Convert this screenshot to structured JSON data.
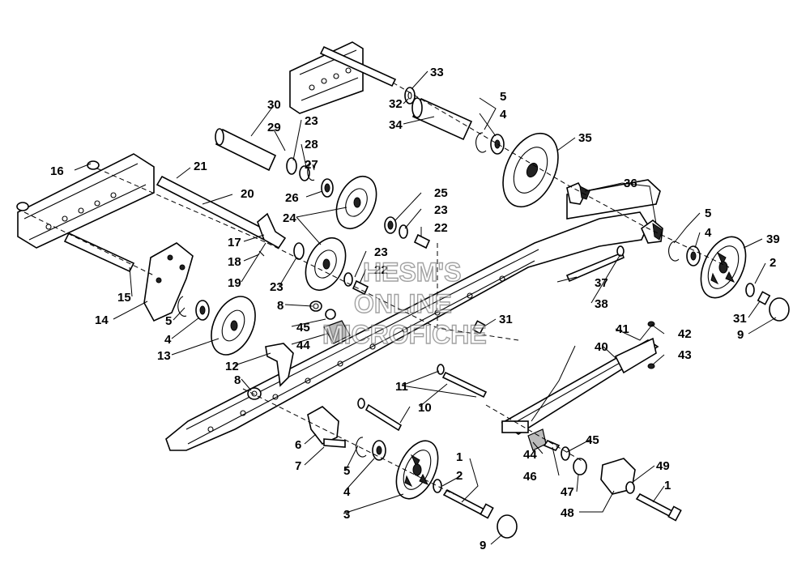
{
  "watermark": {
    "line1": "HESM'S",
    "line2": "ONLINE",
    "line3": "MICROFICHE"
  },
  "callouts": {
    "n1": "1",
    "n2": "2",
    "n3": "3",
    "n4": "4",
    "n5": "5",
    "n6": "6",
    "n7": "7",
    "n8": "8",
    "n9": "9",
    "n10": "10",
    "n11": "11",
    "n12": "12",
    "n13": "13",
    "n14": "14",
    "n15": "15",
    "n16": "16",
    "n17": "17",
    "n18": "18",
    "n19": "19",
    "n20": "20",
    "n21": "21",
    "n22": "22",
    "n23": "23",
    "n24": "24",
    "n25": "25",
    "n26": "26",
    "n27": "27",
    "n28": "28",
    "n29": "29",
    "n30": "30",
    "n31": "31",
    "n32": "32",
    "n33": "33",
    "n34": "34",
    "n35": "35",
    "n36": "36",
    "n37": "37",
    "n38": "38",
    "n39": "39",
    "n40": "40",
    "n41": "41",
    "n42": "42",
    "n43": "43",
    "n44": "44",
    "n45": "45",
    "n46": "46",
    "n47": "47",
    "n48": "48",
    "n49": "49"
  }
}
